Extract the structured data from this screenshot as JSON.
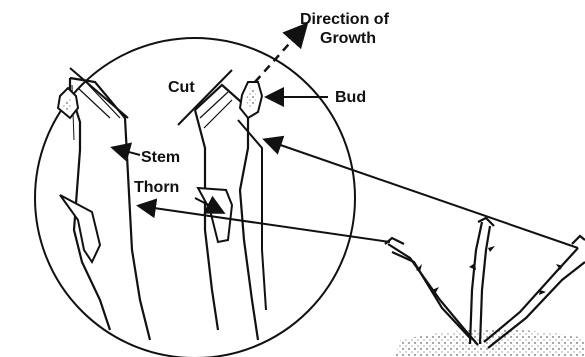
{
  "labels": {
    "direction_line1": "Direction of",
    "direction_line2": "Growth",
    "cut": "Cut",
    "bud": "Bud",
    "stem": "Stem",
    "thorn": "Thorn"
  }
}
